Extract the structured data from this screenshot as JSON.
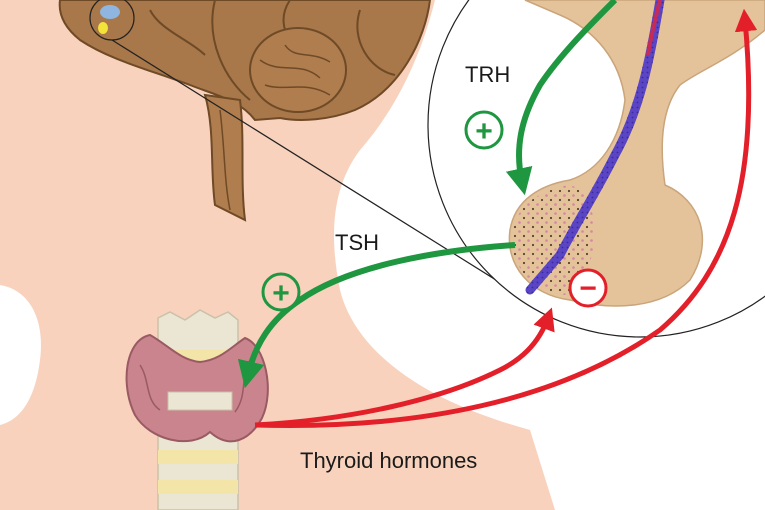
{
  "labels": {
    "trh": "TRH",
    "tsh": "TSH",
    "thyroid_hormones": "Thyroid hormones"
  },
  "signs": {
    "plus_trh": "+",
    "plus_tsh": "+",
    "minus_feedback": "−"
  },
  "colors": {
    "skin": "#f8d2bd",
    "brain": "#a8774a",
    "brain_dark": "#6e4a26",
    "pituitary": "#e5c39a",
    "thyroid": "#c9848d",
    "trachea": "#ebe6d3",
    "stimulate": "#1f9640",
    "inhibit": "#e3202a",
    "vessel": "#5a45c4"
  }
}
